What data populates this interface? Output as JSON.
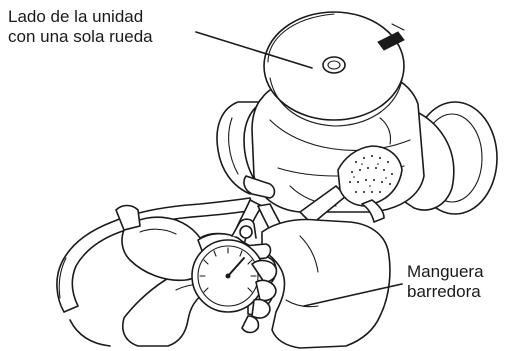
{
  "figure": {
    "labels": {
      "unit_side": {
        "line1": "Lado de la unidad",
        "line2": "con una sola rueda"
      },
      "sweep_hose": {
        "line1": "Manguera",
        "line2": "barredora"
      }
    },
    "icons": {
      "cleaner_unit": "pool-cleaner-single-wheel-side",
      "gauge": "pressure-gauge-icon",
      "sweep_hose_scrubber": "sweep-hose-scrubber",
      "hands": "hands-icon"
    },
    "colors": {
      "ink": "#1a1a1a",
      "background": "#ffffff"
    }
  }
}
